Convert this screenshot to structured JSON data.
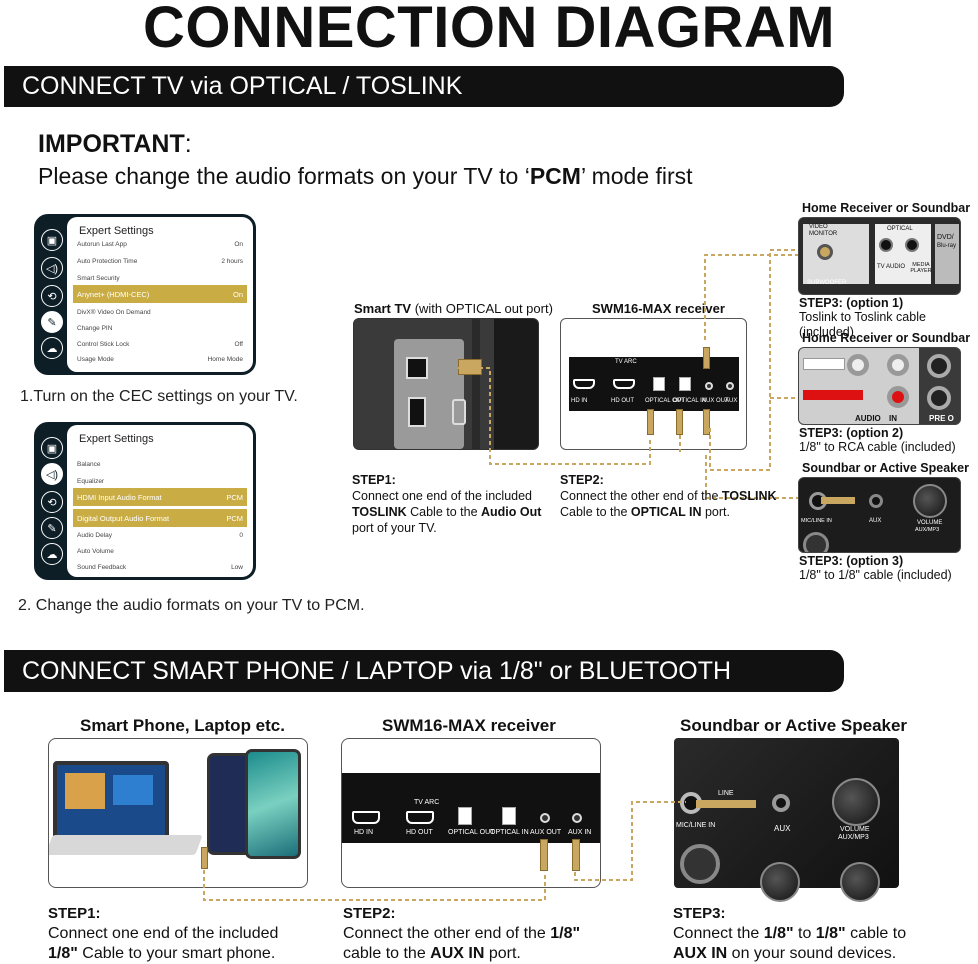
{
  "title": "CONNECTION DIAGRAM",
  "section1": {
    "header": "CONNECT TV via OPTICAL / TOSLINK",
    "important_label": "IMPORTANT",
    "important_colon": ":",
    "important_pre": "Please change the audio formats on your TV to ‘",
    "important_pcm": "PCM",
    "important_post": "’ mode first",
    "menu1": {
      "header": "Expert Settings",
      "rows": [
        {
          "label": "Autorun Last App",
          "value": "On"
        },
        {
          "label": "Auto Protection Time",
          "value": "2 hours"
        },
        {
          "label": "Smart Security",
          "value": ""
        },
        {
          "label": "Anynet+ (HDMI-CEC)",
          "value": "On"
        },
        {
          "label": "DivX® Video On Demand",
          "value": ""
        },
        {
          "label": "Change PIN",
          "value": ""
        },
        {
          "label": "Control Stick Lock",
          "value": "Off"
        },
        {
          "label": "Usage Mode",
          "value": "Home Mode"
        }
      ]
    },
    "caption1": "1.Turn on the CEC settings on your TV.",
    "menu2": {
      "header": "Expert Settings",
      "rows": [
        {
          "label": "Balance",
          "value": ""
        },
        {
          "label": "Equalizer",
          "value": ""
        },
        {
          "label": "HDMI Input Audio Format",
          "value": "PCM"
        },
        {
          "label": "Digital Output Audio Format",
          "value": "PCM"
        },
        {
          "label": "Audio Delay",
          "value": "0"
        },
        {
          "label": "Auto Volume",
          "value": ""
        },
        {
          "label": "Sound Feedback",
          "value": "Low"
        }
      ]
    },
    "caption2": "2. Change the audio formats on your TV to PCM.",
    "smart_tv_bold": "Smart TV",
    "smart_tv_rest": " (with OPTICAL out port)",
    "receiver_label": "SWM16-MAX receiver",
    "ports": {
      "hd_in": "HD   IN",
      "hd_out": "HD   OUT",
      "tv_arc": "TV ARC",
      "optical_out": "OPTICAL OUT",
      "optical_in": "OPTICAL IN",
      "aux_out": "AUX OUT",
      "aux_in": "AUX IN"
    },
    "step1": {
      "title": "STEP1:",
      "l1": "Connect one end of the included",
      "l2_b1": "TOSLINK",
      "l2_t": " Cable to the ",
      "l2_b2": "Audio Out",
      "l3": "port of your TV."
    },
    "step2": {
      "title": "STEP2:",
      "l1_t": "Connect the other end of the ",
      "l1_b": "TOSLINK",
      "l2_t": "Cable to the ",
      "l2_b": "OPTICAL IN",
      "l2_e": " port."
    },
    "opt1": {
      "heading": "Home Receiver or Soundbar",
      "step": "STEP3: (option 1)",
      "desc": "Toslink to Toslink cable (included)",
      "photo_text": [
        "VIDEO",
        "MONITOR",
        "OPTICAL",
        "TV AUDIO",
        "MEDIA PLAYER",
        "DVD/",
        "Blu-ray",
        "SUBWOOFER"
      ]
    },
    "opt2": {
      "heading": "Home Receiver or Soundbar",
      "step": "STEP3: (option 2)",
      "desc": "1/8\" to RCA cable (included)",
      "photo_text": [
        "AUDIO",
        "IN",
        "PRE O"
      ]
    },
    "opt3": {
      "heading": "Soundbar or Active Speaker",
      "step": "STEP3: (option 3)",
      "desc": "1/8\" to 1/8\" cable (included)",
      "photo_text": [
        "MIC/LINE IN",
        "AUX",
        "VOLUME",
        "AUX/MP3"
      ]
    }
  },
  "section2": {
    "header": "CONNECT SMART PHONE / LAPTOP via 1/8\" or BLUETOOTH",
    "col1_label": "Smart Phone, Laptop etc.",
    "col2_label": "SWM16-MAX receiver",
    "col3_label": "Soundbar or Active Speaker",
    "speaker_text": [
      "LINE",
      "MIC/LINE IN",
      "AUX",
      "VOLUME",
      "AUX/MP3"
    ],
    "step1": {
      "title": "STEP1:",
      "l1": "Connect one end of the included",
      "l2_b": "1/8\"",
      "l2_t": " Cable to your smart phone."
    },
    "step2": {
      "title": "STEP2:",
      "l1_t": "Connect the other end of the ",
      "l1_b": "1/8\"",
      "l2_t": "cable to the ",
      "l2_b": "AUX IN",
      "l2_e": " port."
    },
    "step3": {
      "title": "STEP3:",
      "l1_t": "Connect the ",
      "l1_b1": "1/8\"",
      "l1_m": " to ",
      "l1_b2": "1/8\"",
      "l1_e": " cable to",
      "l2_b": "AUX IN",
      "l2_t": " on your sound devices."
    }
  },
  "colors": {
    "cable": "#caa760",
    "highlight": "#c9ad44",
    "bar": "#111111",
    "menu_bg": "#0d1e27"
  }
}
